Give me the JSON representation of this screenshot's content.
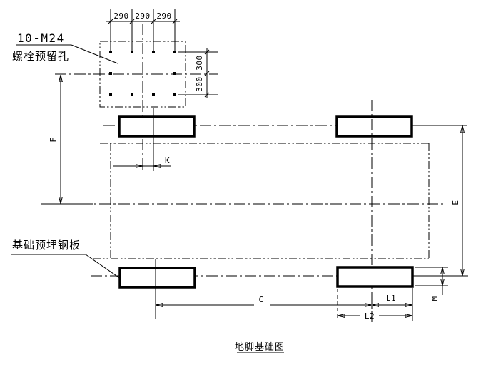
{
  "drawing": {
    "title": "地脚基础图",
    "bolt_callout": {
      "spec": "10-M24",
      "note": "螺栓预留孔"
    },
    "plate_callout": {
      "note": "基础预埋钢板"
    },
    "dims": {
      "top": [
        "290",
        "290",
        "290"
      ],
      "side": [
        "300",
        "300"
      ],
      "F": "F",
      "K": "K",
      "C": "C",
      "L1": "L1",
      "L2": "L2",
      "E": "E",
      "M": "M"
    },
    "colors": {
      "ink": "#000000",
      "paper": "#ffffff"
    }
  }
}
